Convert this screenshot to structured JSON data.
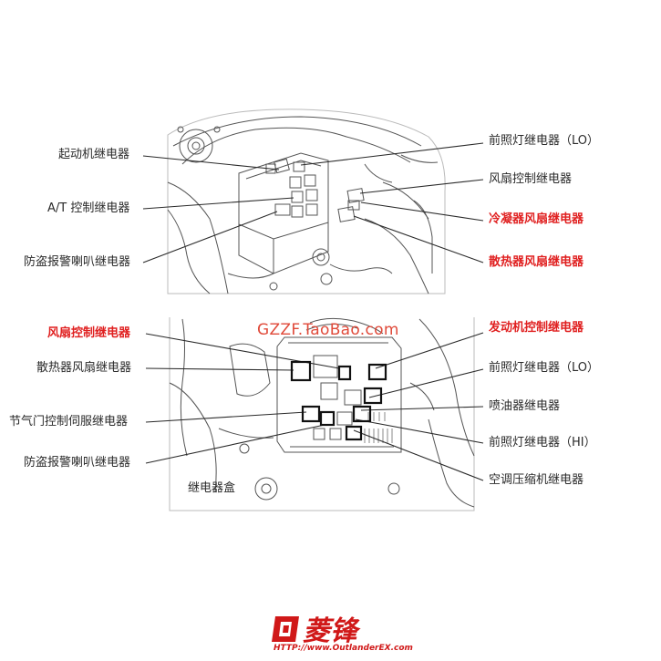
{
  "top_diagram": {
    "labels_left": [
      "起动机继电器",
      "A/T 控制继电器",
      "防盗报警喇叭继电器"
    ],
    "labels_right": [
      "前照灯继电器（LO）",
      "风扇控制继电器",
      "冷凝器风扇继电器",
      "散热器风扇继电器"
    ]
  },
  "bottom_diagram": {
    "labels_left": [
      "风扇控制继电器",
      "散热器风扇继电器",
      "节气门控制伺服继电器",
      "防盗报警喇叭继电器"
    ],
    "labels_right": [
      "发动机控制继电器",
      "前照灯继电器（LO）",
      "喷油器继电器",
      "前照灯继电器（HI）",
      "空调压缩机继电器"
    ],
    "box_label": "继电器盒"
  },
  "watermark": "GZZF.TaoBao.com",
  "logo": {
    "text": "菱锋",
    "url": "HTTP://www.OutlanderEX.com"
  },
  "colors": {
    "highlight": "#e02020",
    "line": "#2a2a2a",
    "logo": "#d01818"
  }
}
